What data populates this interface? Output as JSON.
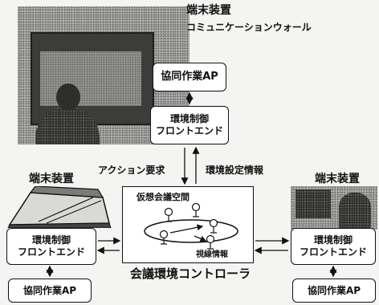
{
  "top_terminal": {
    "title": "端末装置",
    "subtitle": "コミュニケーションウォール",
    "collab_ap": "協同作業AP",
    "frontend_line1": "環境制御",
    "frontend_line2": "フロントエンド"
  },
  "left_terminal": {
    "title": "端末装置",
    "frontend_line1": "環境制御",
    "frontend_line2": "フロントエンド",
    "collab_ap": "協同作業AP"
  },
  "right_terminal": {
    "title": "端末装置",
    "frontend_line1": "環境制御",
    "frontend_line2": "フロントエンド",
    "collab_ap": "協同作業AP"
  },
  "center": {
    "virtual_space": "仮想会議空間",
    "gaze_info": "視線情報",
    "controller": "会議環境コントローラ"
  },
  "flows": {
    "action_request": "アクション要求",
    "env_settings": "環境設定情報"
  }
}
